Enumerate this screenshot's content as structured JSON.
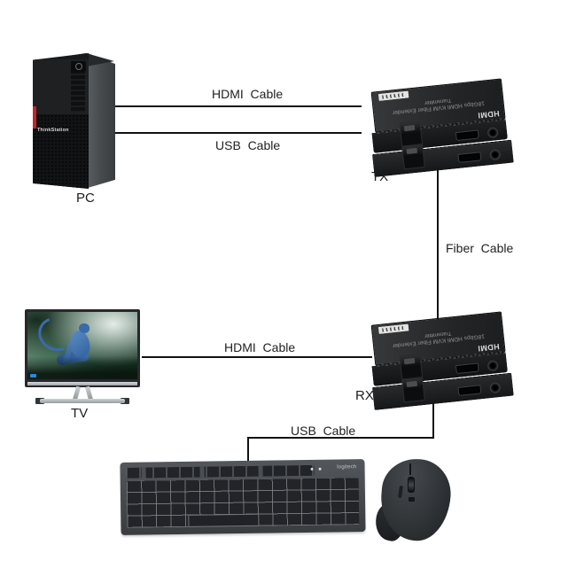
{
  "diagram": {
    "nodes": {
      "pc": {
        "label": "PC",
        "brand": "ThinkStation"
      },
      "tx": {
        "label": "TX"
      },
      "rx": {
        "label": "RX"
      },
      "tv": {
        "label": "TV"
      },
      "keyboard": {
        "brand": "logitech"
      }
    },
    "cable_labels": {
      "hdmi_top": "HDMI  Cable",
      "usb_top": "USB  Cable",
      "fiber": "Fiber  Cable",
      "hdmi_bottom": "HDMI  Cable",
      "usb_bottom": "USB  Cable"
    },
    "extender_unit": {
      "tx": {
        "line1": "18Gbps HDMI KVM Fiber Extender",
        "line2": "Transmitter",
        "hdmi_logo": "HDMI"
      },
      "rx": {
        "line1": "18Gbps HDMI KVM Fiber Extender",
        "line2": "Transmitter",
        "hdmi_logo": "HDMI"
      }
    },
    "connections": [
      {
        "from": "PC",
        "to": "TX",
        "cable": "HDMI Cable"
      },
      {
        "from": "PC",
        "to": "TX",
        "cable": "USB Cable"
      },
      {
        "from": "TX",
        "to": "RX",
        "cable": "Fiber Cable"
      },
      {
        "from": "RX",
        "to": "TV",
        "cable": "HDMI Cable"
      },
      {
        "from": "RX",
        "to": "Keyboard & Mouse",
        "cable": "USB Cable"
      }
    ],
    "colors": {
      "background": "#ffffff",
      "cable_line": "#111111",
      "label_text": "#222222",
      "device_body": "#1c1c1c",
      "pc_accent_red": "#c5242b"
    }
  }
}
